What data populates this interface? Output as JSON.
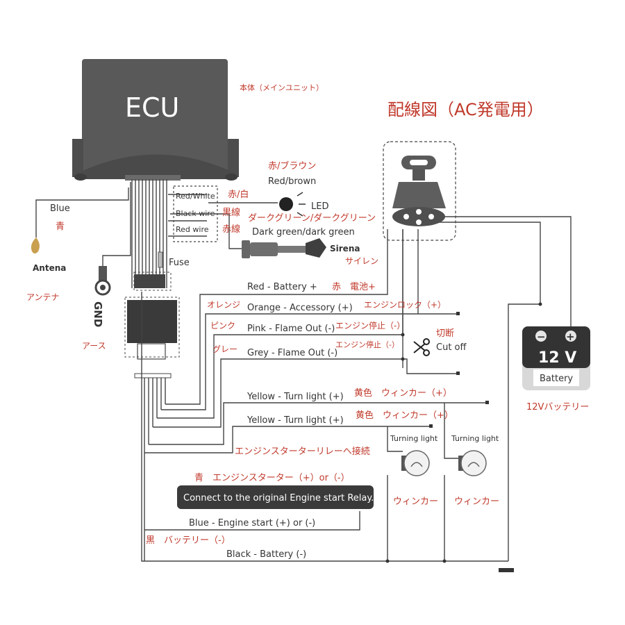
{
  "title": "配線図（AC発電用）",
  "ecu": {
    "label": "ECU",
    "jp": "本体（メインユニット）"
  },
  "antenna": {
    "wire_en": "Blue",
    "wire_jp": "青",
    "label_en": "Antena",
    "label_jp": "アンテナ"
  },
  "gnd": {
    "label": "GND",
    "jp": "アース"
  },
  "fuse": "Fuse",
  "led": {
    "jp": "赤/ブラウン",
    "en": "Red/brown",
    "label": "LED"
  },
  "small_wires": {
    "red_white": {
      "en": "Red/White",
      "jp": "赤/白"
    },
    "black": {
      "en": "Black wire",
      "jp": "黒線"
    },
    "red": {
      "en": "Red wire",
      "jp": "赤線"
    }
  },
  "dark_green": {
    "jp": "ダークグリーン/ダークグリーン",
    "en": "Dark green/dark green"
  },
  "siren": {
    "en": "Sirena",
    "jp": "サイレン"
  },
  "wires": {
    "red": {
      "en": "Red - Battery +",
      "jp": "赤　電池+"
    },
    "orange": {
      "jp_color": "オレンジ",
      "en": "Orange - Accessory (+)",
      "jp": "エンジンロック（+）"
    },
    "pink": {
      "jp_color": "ピンク",
      "en": "Pink - Flame Out (-)",
      "jp": "エンジン停止（-）"
    },
    "grey": {
      "jp_color": "グレー",
      "en": "Grey - Flame Out (-)",
      "jp": "エンジン停止（-）"
    },
    "yellow1": {
      "en": "Yellow - Turn light (+)",
      "jp": "黄色　ウィンカー（+）"
    },
    "yellow2": {
      "en": "Yellow - Turn light (+)",
      "jp": "黄色　ウィンカー（+）"
    },
    "relay_jp": "エンジンスターターリレーへ接続",
    "blue_jp": "青　エンジンスターター（+）or（-）",
    "relay_box": "Connect to the original Engine start Relay.",
    "blue_en": "Blue - Engine start (+) or (-)",
    "black_jp": "黒　バッテリー（-）",
    "black_en": "Black - Battery (-)"
  },
  "cutoff": {
    "jp": "切断",
    "en": "Cut off"
  },
  "battery": {
    "volt": "12 V",
    "label": "Battery",
    "jp": "12Vバッテリー",
    "minus": "−",
    "plus": "+"
  },
  "turn_lights": [
    {
      "en": "Turning light",
      "jp": "ウィンカー"
    },
    {
      "en": "Turning light",
      "jp": "ウィンカー"
    }
  ],
  "colors": {
    "red_text": "#c0392b",
    "ecu_body": "#595959",
    "wire": "#444444",
    "box_dark": "#3a3a3a"
  }
}
